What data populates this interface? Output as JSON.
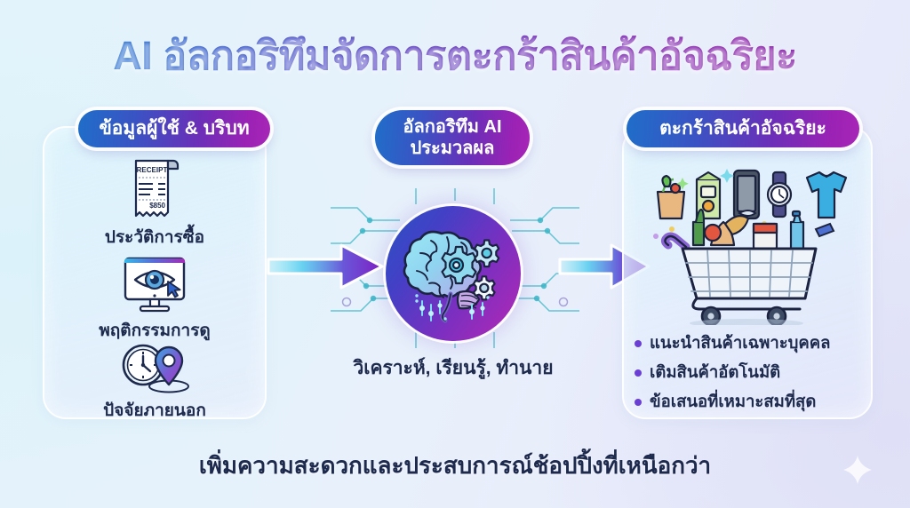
{
  "title": "AI อัลกอริทึมจัดการตะกร้าสินค้าอัจฉริยะ",
  "bottom_caption": "เพิ่มความสะดวกและประสบการณ์ช้อปปิ้งที่เหนือกว่า",
  "colors": {
    "title_gradient_start": "#1d7ad6",
    "title_gradient_end": "#7b1ba0",
    "pill_gradient_start": "#1f6ec9",
    "pill_gradient_end": "#a726b6",
    "text_dark": "#1d2a4d",
    "bullet_dot": "#6b3fd4",
    "arrow_gradient_start": "#39d6f0",
    "arrow_gradient_end": "#7b1fc4",
    "background_left": "#e2f3fb",
    "background_right": "#e4e6f8"
  },
  "left_panel": {
    "header": "ข้อมูลผู้ใช้ & บริบท",
    "items": [
      {
        "label": "ประวัติการซื้อ",
        "icon": "receipt-icon",
        "receipt_header": "RECEIPT",
        "receipt_total": "$850"
      },
      {
        "label": "พฤติกรรมการดู",
        "icon": "monitor-eye-icon"
      },
      {
        "label": "ปัจจัยภายนอก",
        "icon": "clock-location-pin-icon"
      }
    ]
  },
  "center_panel": {
    "header_line1": "อัลกอริทึม AI",
    "header_line2": "ประมวลผล",
    "icon": "brain-gears-icon",
    "caption": "วิเคราะห์, เรียนรู้, ทำนาย"
  },
  "right_panel": {
    "header": "ตะกร้าสินค้าอัจฉริยะ",
    "icon": "shopping-cart-icon",
    "bullets": [
      "แนะนำสินค้าเฉพาะบุคคล",
      "เติมสินค้าอัตโนมัติ",
      "ข้อเสนอที่เหมาะสมที่สุด"
    ]
  },
  "arrows": [
    {
      "name": "arrow-input-to-ai",
      "direction": "right"
    },
    {
      "name": "arrow-ai-to-output",
      "direction": "right"
    }
  ],
  "decorations": {
    "sparkle": "sparkle-icon"
  }
}
